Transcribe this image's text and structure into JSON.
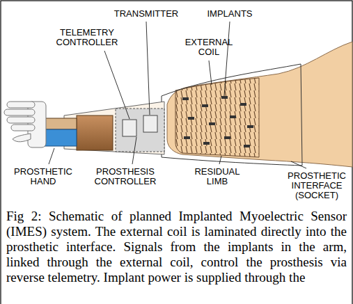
{
  "diagram": {
    "caption": "Fig 2: Schematic of planned Implanted Myoelectric Sensor (IMES) system. The external coil is laminated directly into the prosthetic interface. Signals from the implants in the arm, linked through the external coil, control the prosthesis via reverse telemetry. Implant power is supplied through the",
    "labels": [
      "TRANSMITTER",
      "IMPLANTS",
      "TELEMETRY CONTROLLER",
      "EXTERNAL COIL",
      "PROSTHETIC HAND",
      "PROSTHESIS CONTROLLER",
      "RESIDUAL LIMB",
      "PROSTHETIC INTERFACE (SOCKET)"
    ]
  }
}
